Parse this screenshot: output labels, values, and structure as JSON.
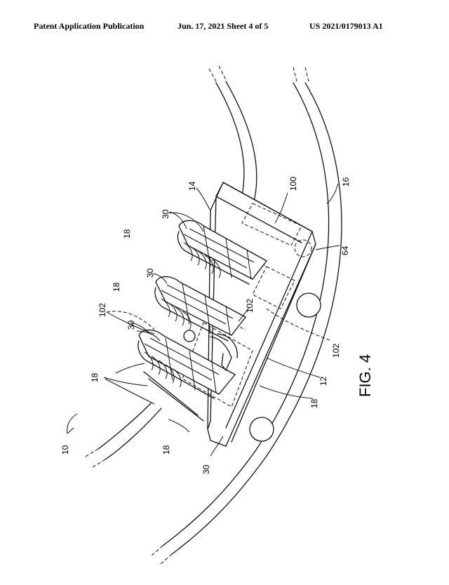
{
  "header": {
    "publication": "Patent Application Publication",
    "date_sheet": "Jun. 17, 2021  Sheet 4 of 5",
    "number": "US 2021/0179013 A1"
  },
  "figure": {
    "caption": "FIG. 4",
    "labels": {
      "r10": "10",
      "r12": "12",
      "r14": "14",
      "r16": "16",
      "r18a": "18",
      "r18b": "18",
      "r18c": "18",
      "r18d": "18",
      "r18e": "18",
      "r30a": "30",
      "r30b": "30",
      "r30c": "30",
      "r30d": "30",
      "r64": "64",
      "r100": "100",
      "r102a": "102",
      "r102b": "102",
      "r102c": "102"
    }
  }
}
